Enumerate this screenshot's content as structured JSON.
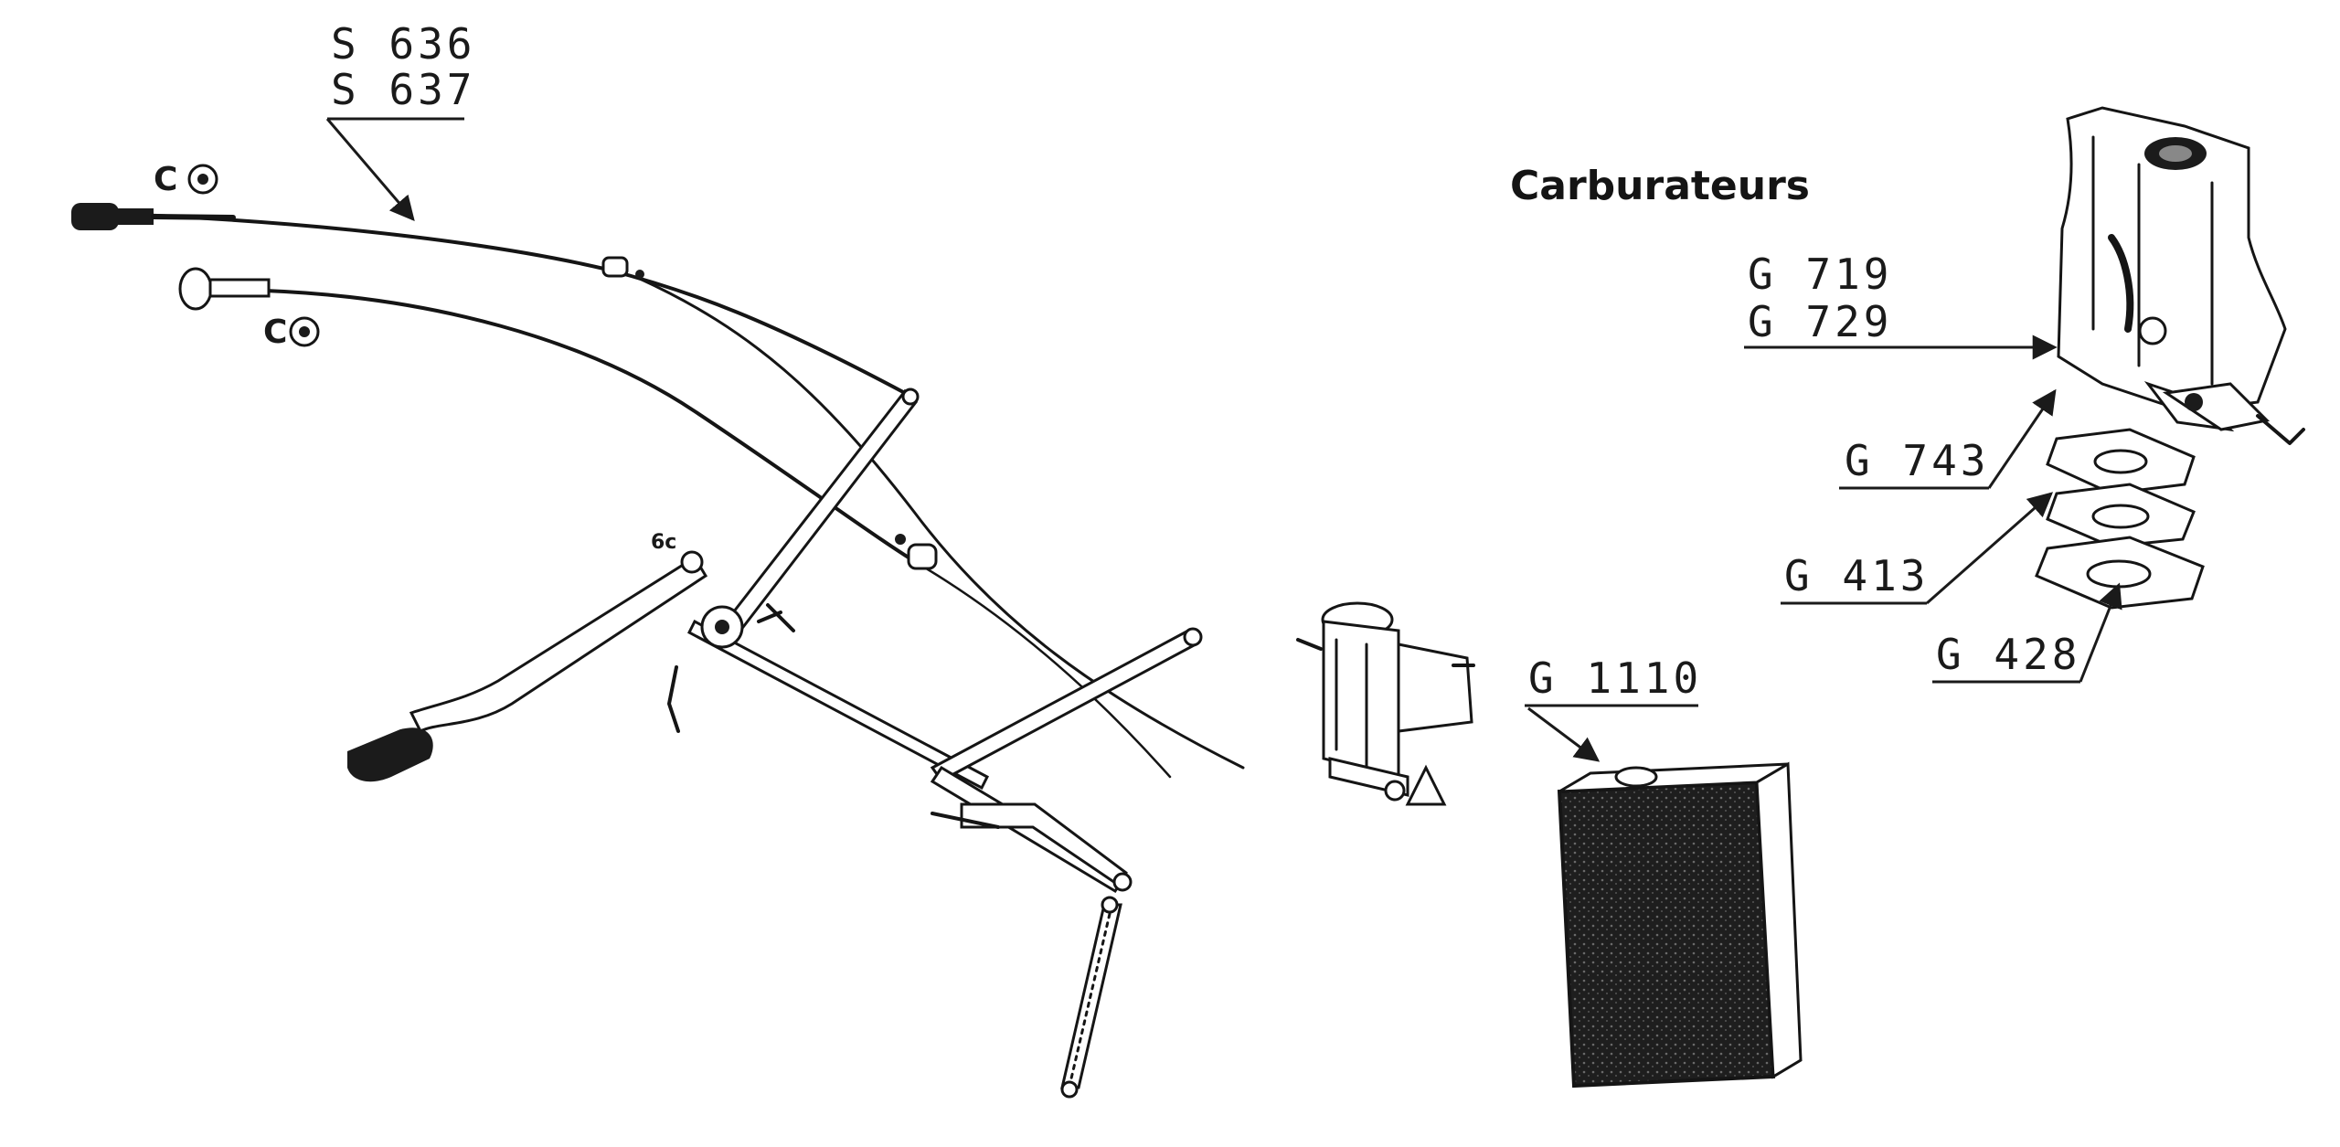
{
  "heading": "Carburateurs",
  "labels": {
    "s636": "S 636",
    "s637": "S 637",
    "g719": "G 719",
    "g729": "G 729",
    "g743": "G 743",
    "g413": "G 413",
    "g428": "G 428",
    "g1110": "G 1110"
  },
  "colors": {
    "ink": "#151515",
    "paper": "#ffffff"
  }
}
